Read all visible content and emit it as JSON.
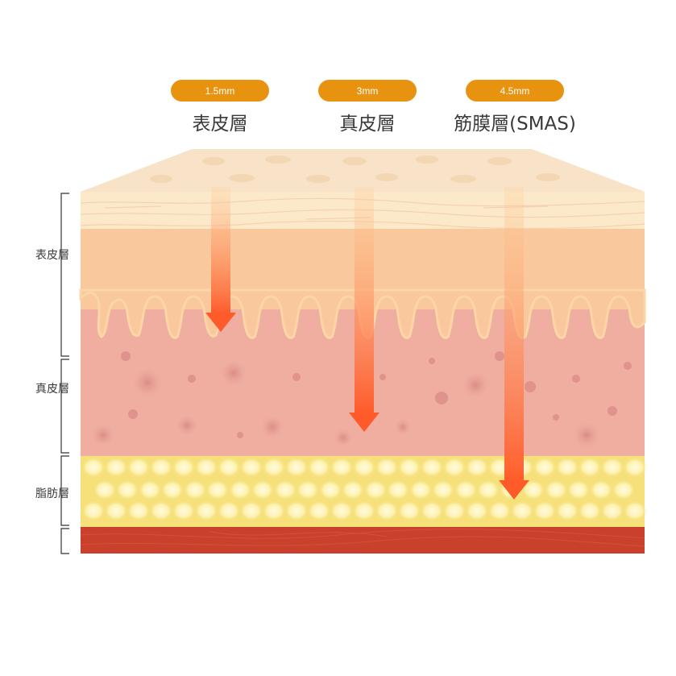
{
  "depth_badges": [
    {
      "label": "1.5mm",
      "color": "#e8930f"
    },
    {
      "label": "3mm",
      "color": "#e8930f"
    },
    {
      "label": "4.5mm",
      "color": "#e8930f"
    }
  ],
  "layer_titles": [
    "表皮層",
    "真皮層",
    "筋膜層(SMAS)"
  ],
  "side_labels": [
    "表皮層",
    "真皮層",
    "脂肪層"
  ],
  "colors": {
    "top_face": "#f8e3c8",
    "surface": "#fbe9c9",
    "epidermis": "#f9c89c",
    "dermis": "#efaea0",
    "fat": "#f6e07a",
    "fat_cell": "#fdf6c6",
    "muscle": "#c9402d",
    "arrow": "#ff5a2a"
  }
}
